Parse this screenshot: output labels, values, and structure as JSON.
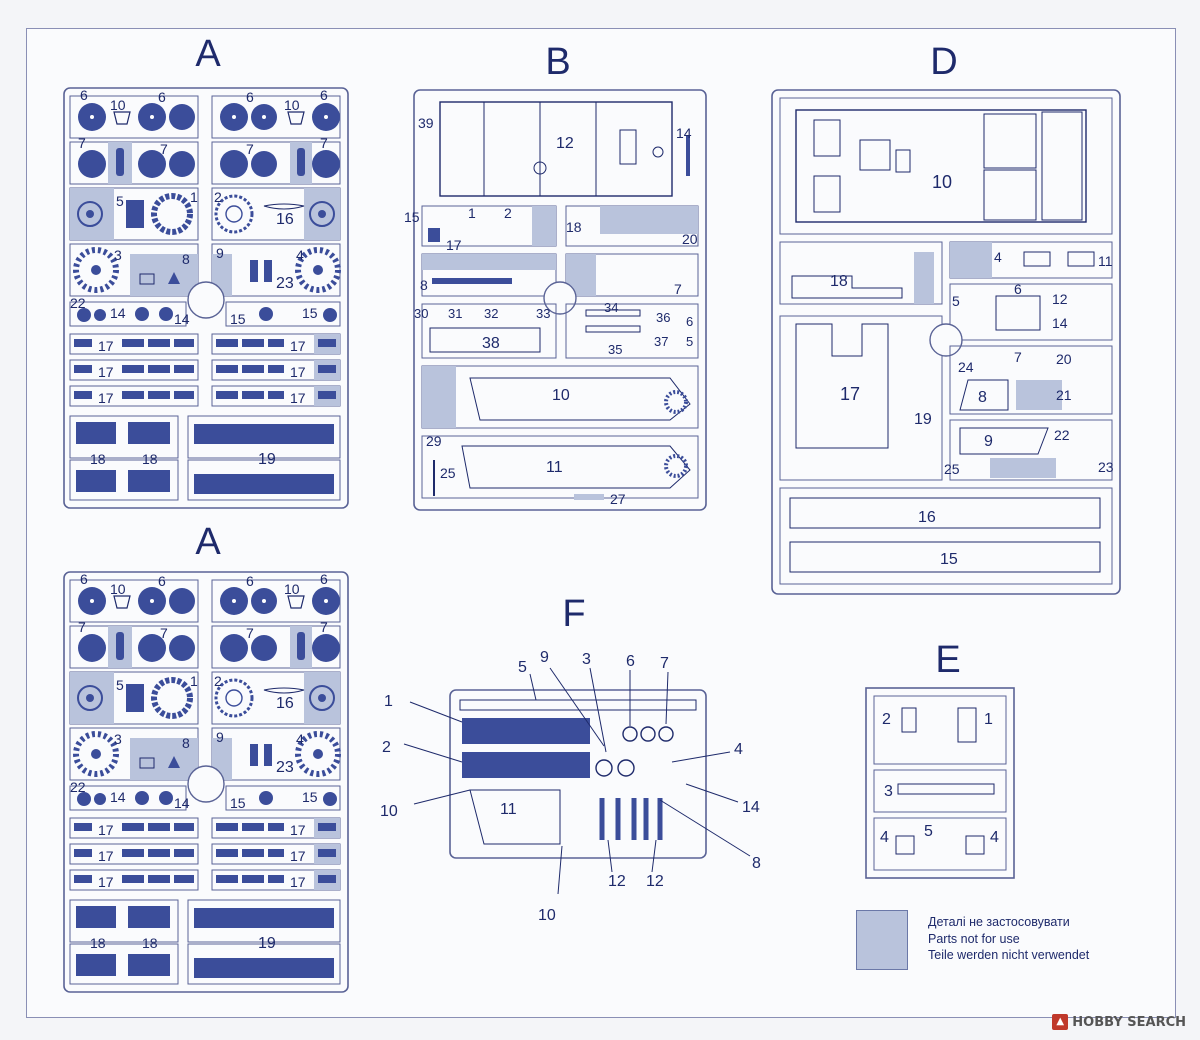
{
  "sprues": {
    "A_top": {
      "letter": "A"
    },
    "A_bottom": {
      "letter": "A"
    },
    "B": {
      "letter": "B"
    },
    "D": {
      "letter": "D"
    },
    "E": {
      "letter": "E"
    },
    "F": {
      "letter": "F"
    }
  },
  "legend": {
    "line1": "Деталі не застосовувати",
    "line2": "Parts not for use",
    "line3": "Teile werden nicht verwendet"
  },
  "watermark": {
    "text": "HOBBY SEARCH"
  },
  "colors": {
    "ink": "#1e2a6b",
    "unused_fill": "#b9c3dc",
    "part_fill": "#3b4d9a",
    "frame": "#5a6396"
  }
}
